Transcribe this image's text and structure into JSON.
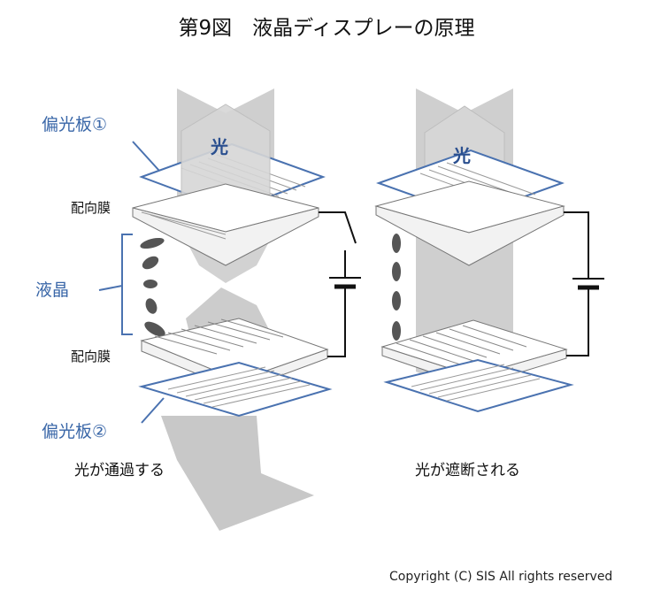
{
  "title": "第9図　液晶ディスプレーの原理",
  "labels": {
    "polarizer_1": "偏光板①",
    "polarizer_2": "偏光板②",
    "alignment_top": "配向膜",
    "alignment_bottom": "配向膜",
    "liquid_crystal": "液晶",
    "light_left": "光",
    "light_right": "光"
  },
  "captions": {
    "left": "光が通過する",
    "right": "光が遮断される"
  },
  "copyright": "Copyright (C) SIS All rights reserved",
  "colors": {
    "polarizer_outline": "#4a72b0",
    "label_blue": "#3a67a8",
    "light_gray": "#c8c8c8",
    "molecule": "#555555"
  }
}
